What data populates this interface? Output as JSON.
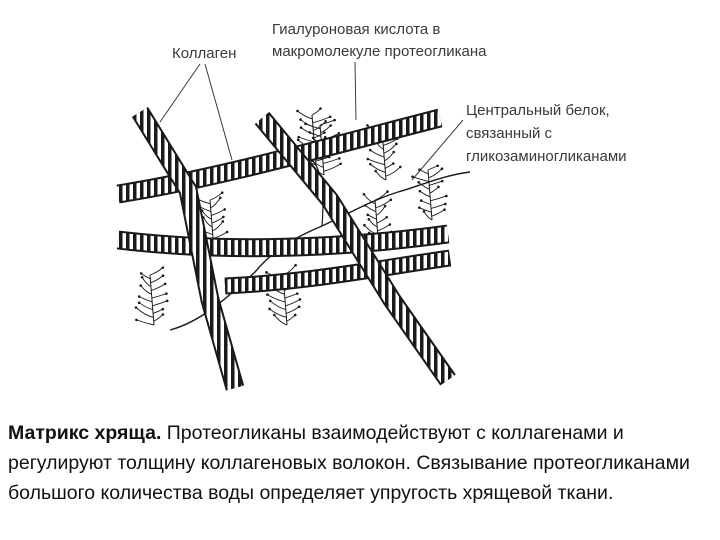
{
  "labels": {
    "collagen": "Коллаген",
    "hyaluronic_line1": "Гиалуроновая кислота в",
    "hyaluronic_line2": "макромолекуле протеогликана",
    "core_line1": "Центральный белок,",
    "core_line2": "связанный с",
    "core_line3": "гликозаминогликанами"
  },
  "caption": {
    "title": "Матрикс хряща.",
    "text": " Протеогликаны взаимодействуют с коллагенами и регулируют толщину коллагеновых волокон. Связывание протеогликанами большого количества воды определяет упругость хрящевой ткани."
  },
  "colors": {
    "ink": "#1a1a1a",
    "label": "#3a3a3a"
  }
}
